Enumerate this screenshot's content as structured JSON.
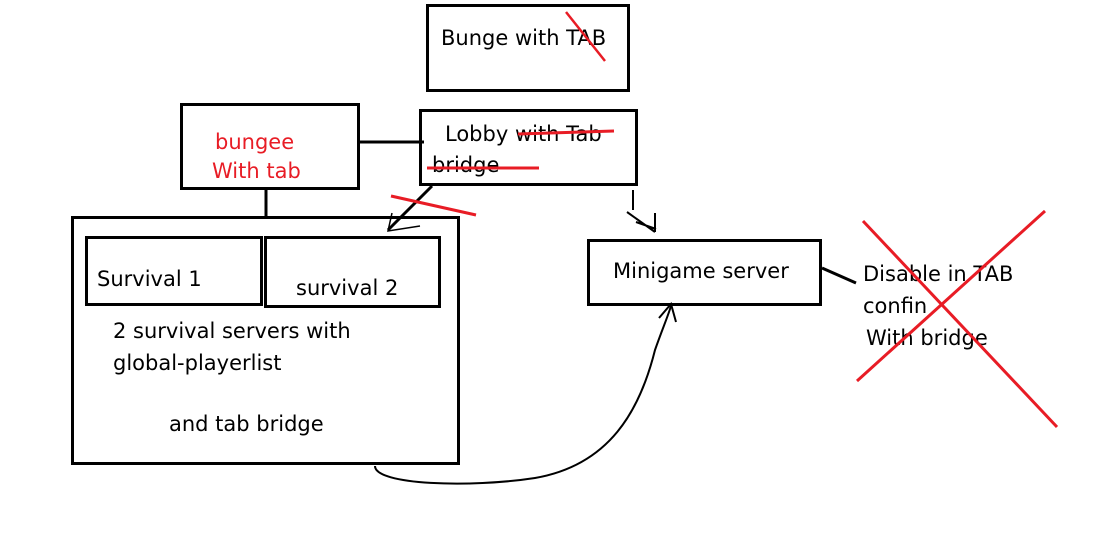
{
  "colors": {
    "ink": "#000000",
    "redInk": "#e81c25",
    "background": "#ffffff"
  },
  "bunge_tab": {
    "label": "Bunge with TAB"
  },
  "bungee": {
    "line1": "bungee",
    "line2": "With tab"
  },
  "lobby": {
    "line1": "Lobby with Tab",
    "line2": "bridge"
  },
  "survival_group": {
    "survival1": "Survival 1",
    "survival2": "survival 2",
    "desc_line1": "2 survival servers with",
    "desc_line2": "global-playerlist",
    "desc_line3": "and tab bridge"
  },
  "minigame": {
    "label": "Minigame server"
  },
  "disable_note": {
    "line1": "Disable in TAB",
    "line2": "confin",
    "line3": "With bridge"
  }
}
